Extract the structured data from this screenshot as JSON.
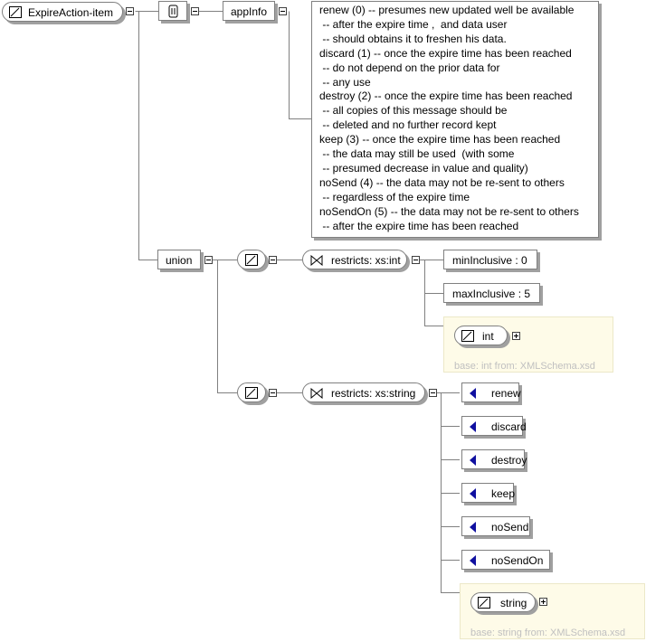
{
  "root": {
    "label": "ExpireAction-item"
  },
  "appinfo": {
    "label": "appInfo"
  },
  "documentation": {
    "lines": [
      "renew (0) -- presumes new updated well be available",
      " -- after the expire time ,  and data user",
      " -- should obtains it to freshen his data.",
      "discard (1) -- once the expire time has been reached",
      " -- do not depend on the prior data for",
      " -- any use",
      "destroy (2) -- once the expire time has been reached",
      " -- all copies of this message should be",
      " -- deleted and no further record kept",
      "keep (3) -- once the expire time has been reached",
      " -- the data may still be used  (with some",
      " -- presumed decrease in value and quality)",
      "noSend (4) -- the data may not be re-sent to others",
      " -- regardless of the expire time",
      "noSendOn (5) -- the data may not be re-sent to others",
      " -- after the expire time has been reached"
    ]
  },
  "union": {
    "label": "union"
  },
  "int_branch": {
    "restriction_label": "restricts: xs:int",
    "facets": [
      "minInclusive : 0",
      "maxInclusive : 5"
    ],
    "base_type": "int",
    "base_note": "base: int from: XMLSchema.xsd"
  },
  "string_branch": {
    "restriction_label": "restricts: xs:string",
    "enumerations": [
      "renew",
      "discard",
      "destroy",
      "keep",
      "noSend",
      "noSendOn"
    ],
    "base_type": "string",
    "base_note": "base: string from: XMLSchema.xsd"
  },
  "colors": {
    "enum_marker": "#1010a0",
    "line": "#808080",
    "note_bg": "#fefbe8"
  }
}
